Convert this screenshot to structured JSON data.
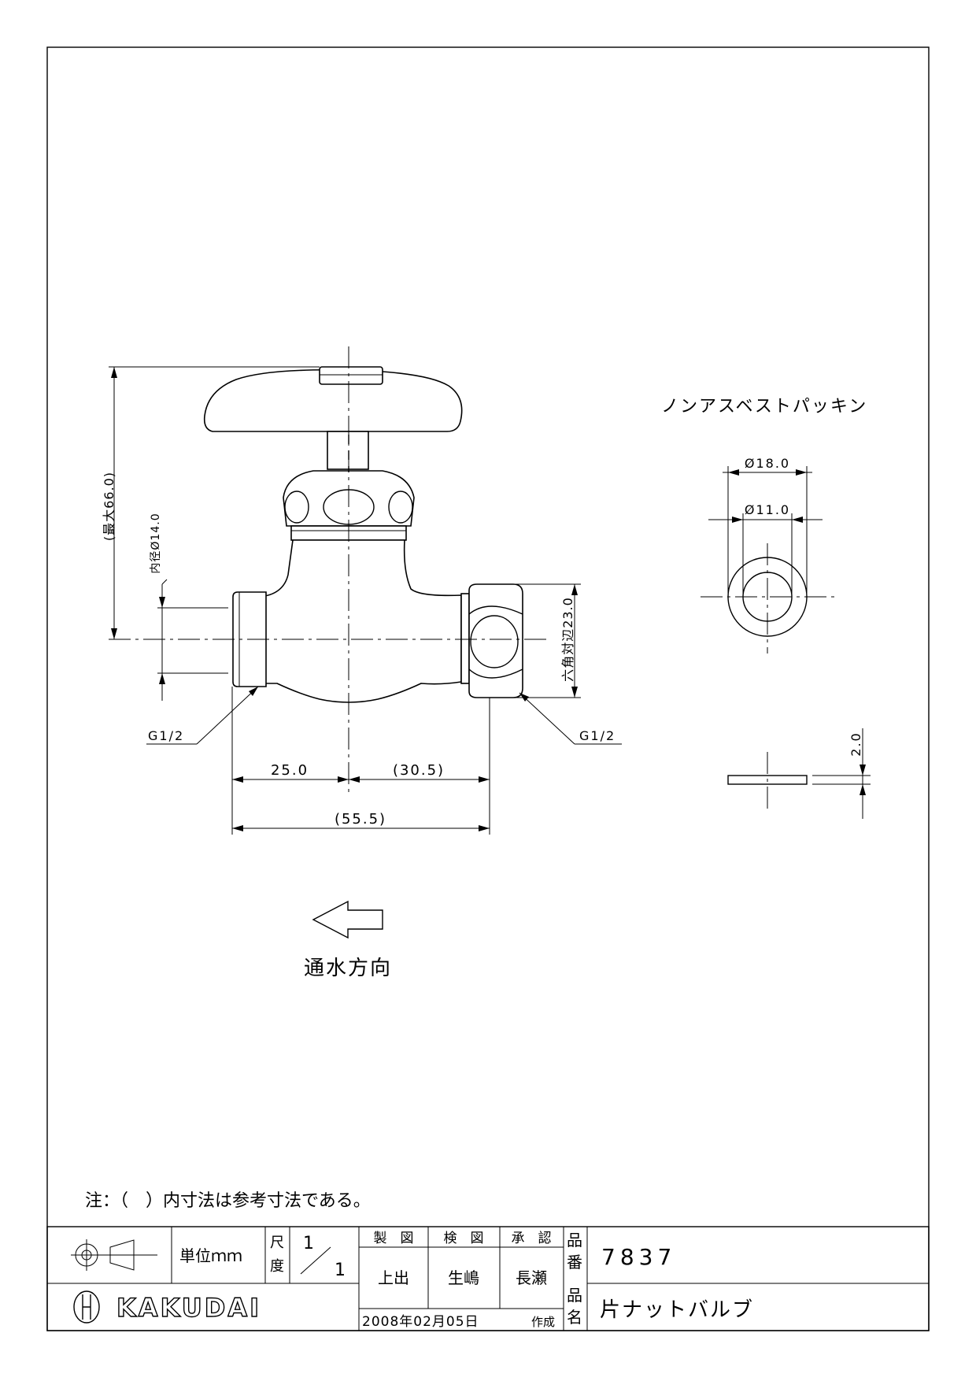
{
  "drawing": {
    "packing_title": "ノンアスベストパッキン",
    "dims": {
      "max_height": "(最大66.0)",
      "inner_dia": "内径Ø14.0",
      "hex_across": "六角対辺23.0",
      "thread_left": "G1/2",
      "thread_right": "G1/2",
      "len_left": "25.0",
      "len_right": "(30.5)",
      "len_total": "(55.5)",
      "packing_od": "Ø18.0",
      "packing_id": "Ø11.0",
      "packing_thk": "2.0"
    },
    "flow_label": "通水方向",
    "note": "注：（　）内寸法は参考寸法である。"
  },
  "title_block": {
    "unit": "単位ｍｍ",
    "scale_label_1": "尺",
    "scale_label_2": "度",
    "scale_num": "1",
    "scale_den": "1",
    "h_drawn": "製　図",
    "h_checked": "検　図",
    "h_approved": "承　認",
    "drawn_by": "上出",
    "checked_by": "生嶋",
    "approved_by": "長瀬",
    "date": "2008年02月05日",
    "created": "作成",
    "lbl_no_1": "品",
    "lbl_no_2": "番",
    "lbl_name_1": "品",
    "lbl_name_2": "名",
    "part_no": "7837",
    "part_name": "片ナットバルブ",
    "brand": "KAKUDAI"
  }
}
